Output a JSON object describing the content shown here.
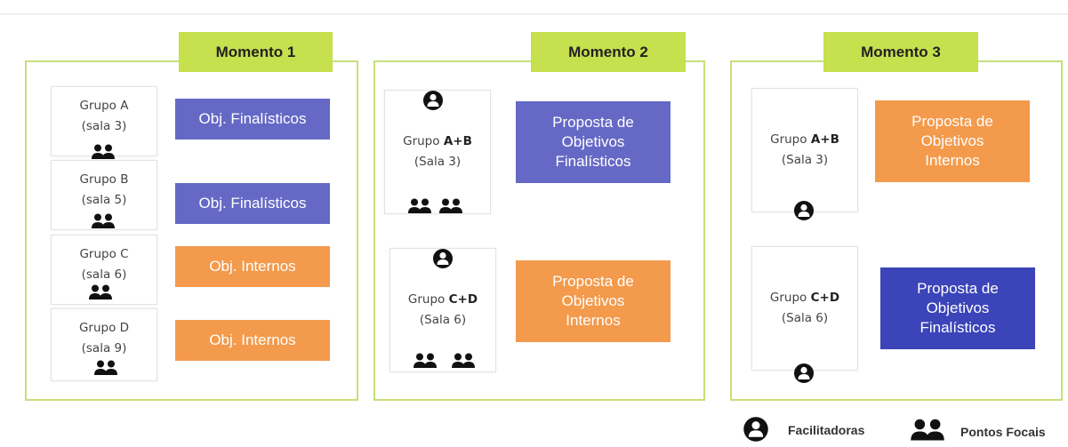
{
  "moments": [
    {
      "title": "Momento 1",
      "groups": [
        {
          "name": "Grupo A",
          "sala": "(sala 3)",
          "objective": "Obj. Finalísticos"
        },
        {
          "name": "Grupo B",
          "sala": "(sala 5)",
          "objective": "Obj. Finalísticos"
        },
        {
          "name": "Grupo C",
          "sala": "(sala 6)",
          "objective": "Obj. Internos"
        },
        {
          "name": "Grupo D",
          "sala": "(sala 9)",
          "objective": "Obj. Internos"
        }
      ]
    },
    {
      "title": "Momento 2",
      "groups": [
        {
          "prefix": "Grupo ",
          "bold": "A+B",
          "sala": "(Sala 3)",
          "objective_lines": [
            "Proposta de",
            "Objetivos",
            "Finalísticos"
          ]
        },
        {
          "prefix": "Grupo ",
          "bold": "C+D",
          "sala": "(Sala 6)",
          "objective_lines": [
            "Proposta de",
            "Objetivos",
            "Internos"
          ]
        }
      ]
    },
    {
      "title": "Momento 3",
      "groups": [
        {
          "prefix": "Grupo ",
          "bold": "A+B",
          "sala": "(Sala 3)",
          "objective_lines": [
            "Proposta de",
            "Objetivos",
            "Internos"
          ]
        },
        {
          "prefix": "Grupo ",
          "bold": "C+D",
          "sala": "(Sala 6)",
          "objective_lines": [
            "Proposta de",
            "Objetivos",
            "Finalísticos"
          ]
        }
      ]
    }
  ],
  "legend": {
    "facilitator": {
      "label": "Facilitadoras",
      "icon": "person-icon"
    },
    "focal_points": {
      "label": "Pontos Focais",
      "icon": "group-icon"
    }
  },
  "colors": {
    "moment_tab": "#c6e04e",
    "moment_border": "#c5e07a",
    "finalisticos": "#6569c5",
    "internos": "#f39a4c",
    "finalisticos_dark": "#3b44b8"
  }
}
